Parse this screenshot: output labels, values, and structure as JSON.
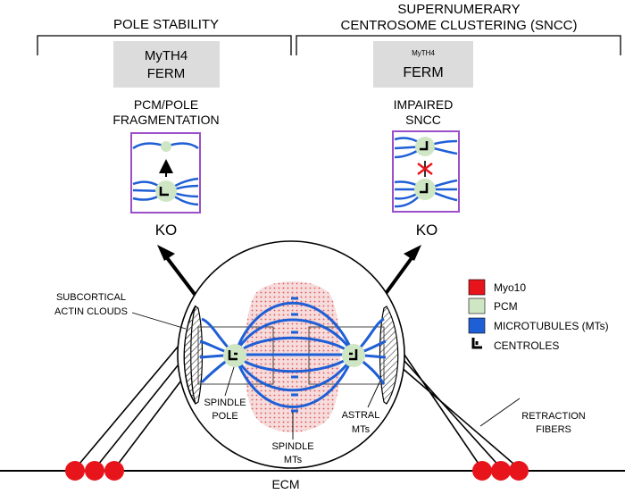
{
  "headings": {
    "left": "POLE STABILITY",
    "right_line1": "SUPERNUMERARY",
    "right_line2": "CENTROSOME CLUSTERING (SNCC)"
  },
  "domains": {
    "left_myth4": "MyTH4",
    "left_ferm": "FERM",
    "right_myth4": "MyTH4",
    "right_ferm": "FERM"
  },
  "phenotypes": {
    "left_line1": "PCM/POLE",
    "left_line2": "FRAGMENTATION",
    "right_line1": "IMPAIRED",
    "right_line2": "SNCC"
  },
  "ko_labels": {
    "left": "KO",
    "right": "KO"
  },
  "annotations": {
    "actin_line1": "SUBCORTICAL",
    "actin_line2": "ACTIN CLOUDS",
    "spindle_pole_line1": "SPINDLE",
    "spindle_pole_line2": "POLE",
    "spindle_mts_line1": "SPINDLE",
    "spindle_mts_line2": "MTs",
    "astral_line1": "ASTRAL",
    "astral_line2": "MTs",
    "retraction_line1": "RETRACTION",
    "retraction_line2": "FIBERS",
    "ecm": "ECM"
  },
  "legend": [
    {
      "label": "Myo10",
      "color": "#e8141c",
      "icon": "red-square"
    },
    {
      "label": "PCM",
      "color": "#cfe6c4",
      "icon": "green-square"
    },
    {
      "label": "MICROTUBULES  (MTs)",
      "color": "#1f5fd6",
      "icon": "blue-square"
    },
    {
      "label": "CENTROLES",
      "color": "#000000",
      "icon": "centriole-glyph"
    }
  ],
  "colors": {
    "myo10": "#e8141c",
    "pcm": "#cfe6c4",
    "microtubule": "#1f5fd6",
    "ko_box_border": "#9b4fc9",
    "domain_box": "#dcdcdc",
    "chromatin_dots": "#e05050"
  }
}
